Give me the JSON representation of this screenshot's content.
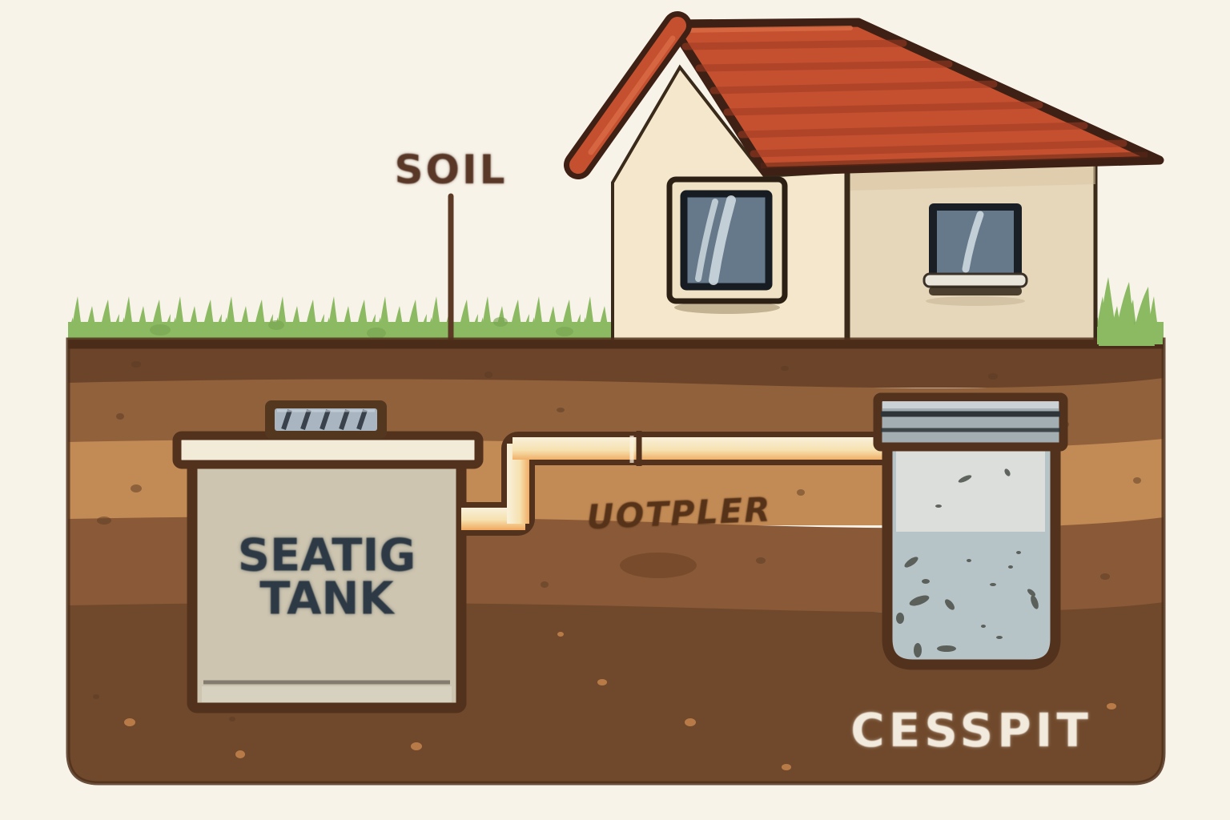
{
  "illustration": {
    "labels": {
      "soil": "SOIL",
      "septic_tank_line1": "SEATIG",
      "septic_tank_line2": "TANK",
      "outlet_pipe": "UOTPLER",
      "cesspit": "CESSPIT"
    },
    "colors": {
      "background": "#f7f3e9",
      "grass": "#8cba62",
      "grass_shadow": "#78a450",
      "roof": "#c4502f",
      "roof_stripe": "#a03c24",
      "gable_wall": "#f4e7cb",
      "side_wall": "#e6d7bb",
      "window_glass": "#66798b",
      "outline": "#53321d",
      "ground_line": "#4a2c18",
      "soil_layers": [
        "#6b442a",
        "#91613c",
        "#c28a55",
        "#8a5a38",
        "#70492c"
      ],
      "tank_body": "#cdc5b0",
      "tank_lid": "#f2ebd8",
      "hatch_grate": "#a9b6c2",
      "pipe_light": "#f9f0da",
      "pipe_dark": "#ef9f52",
      "cesspit_lid": "#a3aeb3",
      "cesspit_scum": "#dbdeda",
      "cesspit_liquid": "#b7c4c7"
    }
  }
}
